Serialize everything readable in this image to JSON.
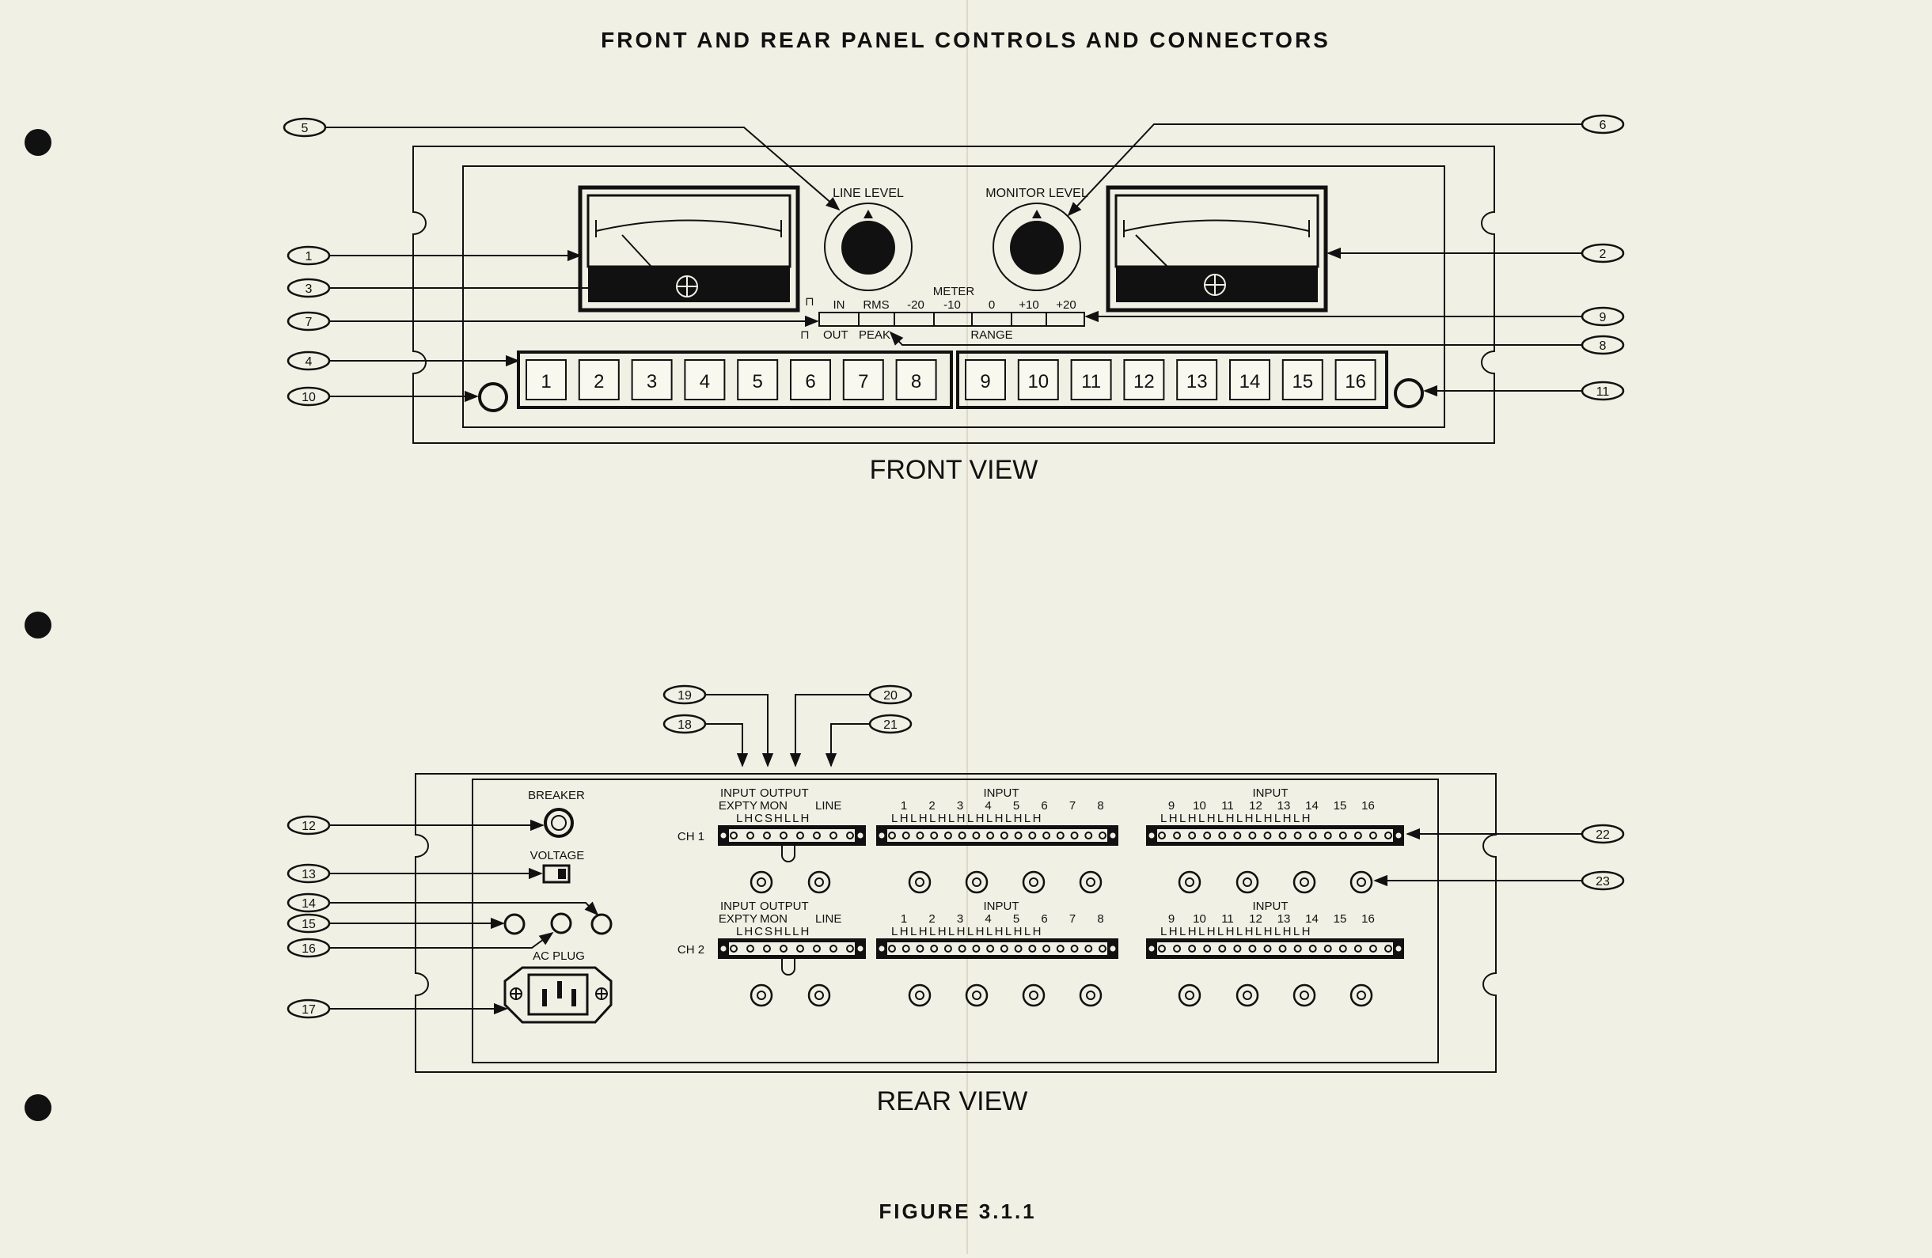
{
  "title": "FRONT AND REAR PANEL CONTROLS AND CONNECTORS",
  "front_view_label": "FRONT VIEW",
  "rear_view_label": "REAR VIEW",
  "figure_label": "FIGURE   3.1.1",
  "front": {
    "line_level": "LINE LEVEL",
    "monitor_level": "MONITOR LEVEL",
    "meter": "METER",
    "range": "RANGE",
    "switch_top": [
      "IN",
      "RMS",
      "-20",
      "-10",
      "0",
      "+10",
      "+20"
    ],
    "out_label": "OUT",
    "peak_label": "PEAK",
    "buttons": [
      "1",
      "2",
      "3",
      "4",
      "5",
      "6",
      "7",
      "8",
      "9",
      "10",
      "11",
      "12",
      "13",
      "14",
      "15",
      "16"
    ]
  },
  "rear": {
    "breaker": "BREAKER",
    "voltage": "VOLTAGE",
    "ac_plug": "AC  PLUG",
    "input": "INPUT",
    "output": "OUTPUT",
    "expty": "EXPTY",
    "mon": "MON",
    "line": "LINE",
    "lhcs": "LHCSHLLH",
    "lh_pairs": "LHLHLHLHLHLHLHLH",
    "ch1": "CH 1",
    "ch2": "CH 2",
    "nums_a": [
      "1",
      "2",
      "3",
      "4",
      "5",
      "6",
      "7",
      "8"
    ],
    "nums_b": [
      "9",
      "10",
      "11",
      "12",
      "13",
      "14",
      "15",
      "16"
    ]
  },
  "callouts": [
    "1",
    "2",
    "3",
    "4",
    "5",
    "6",
    "7",
    "8",
    "9",
    "10",
    "11",
    "12",
    "13",
    "14",
    "15",
    "16",
    "17",
    "18",
    "19",
    "20",
    "21",
    "22",
    "23"
  ]
}
